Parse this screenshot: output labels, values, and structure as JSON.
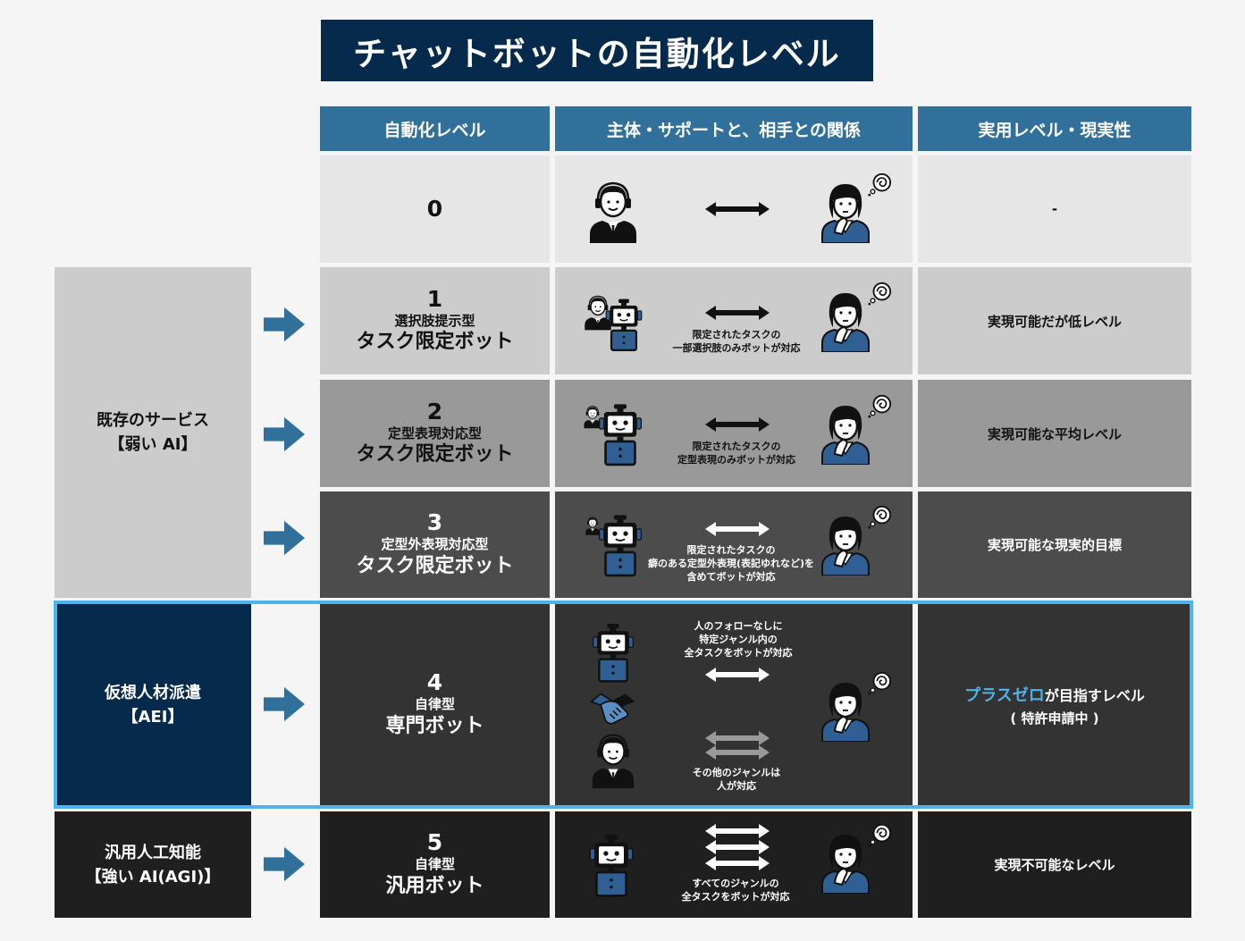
{
  "title": "チャットボットの自動化レベル",
  "headers": {
    "level": "自動化レベル",
    "relation": "主体・サポートと、相手との関係",
    "practical": "実用レベル・現実性"
  },
  "categories": {
    "weak_ai": {
      "line1": "既存のサービス",
      "line2": "【弱い AI】"
    },
    "aei": {
      "line1": "仮想人材派遣",
      "line2": "【AEI】"
    },
    "agi": {
      "line1": "汎用人工知能",
      "line2": "【強い AI(AGI)】"
    }
  },
  "levels": [
    {
      "num": "0",
      "sub": "",
      "name": "",
      "practical": "-",
      "notes": []
    },
    {
      "num": "1",
      "sub": "選択肢提示型",
      "name": "タスク限定ボット",
      "practical": "実現可能だが低レベル",
      "notes": [
        "限定されたタスクの",
        "一部選択肢のみボットが対応"
      ]
    },
    {
      "num": "2",
      "sub": "定型表現対応型",
      "name": "タスク限定ボット",
      "practical": "実現可能な平均レベル",
      "notes": [
        "限定されたタスクの",
        "定型表現のみボットが対応"
      ]
    },
    {
      "num": "3",
      "sub": "定型外表現対応型",
      "name": "タスク限定ボット",
      "practical": "実現可能な現実的目標",
      "notes": [
        "限定されたタスクの",
        "癖のある定型外表現(表記ゆれなど)を",
        "含めてボットが対応"
      ]
    },
    {
      "num": "4",
      "sub": "自律型",
      "name": "専門ボット",
      "practical_accent": "プラスゼロ",
      "practical_rest": "が目指すレベル",
      "practical_2": "( 特許申請中 )",
      "notes_top": [
        "人のフォローなしに",
        "特定ジャンル内の",
        "全タスクをボットが対応"
      ],
      "notes_bottom": [
        "その他のジャンルは",
        "人が対応"
      ]
    },
    {
      "num": "5",
      "sub": "自律型",
      "name": "汎用ボット",
      "practical": "実現不可能なレベル",
      "notes": [
        "すべてのジャンルの",
        "全タスクをボットが対応"
      ]
    }
  ],
  "colors": {
    "title_bg": "#062a4b",
    "header_bg": "#31709b",
    "highlight_border": "#4cb3ec",
    "row0": "#e6e6e6",
    "row1": "#cccccc",
    "row2": "#999999",
    "row3": "#4c4c4c",
    "row4": "#333333",
    "row5": "#1f1f1f",
    "aei_bg": "#062a4b",
    "arrow": "#31709b"
  },
  "icons": [
    "operator-person-icon",
    "customer-person-icon",
    "robot-icon",
    "handshake-icon",
    "double-arrow-icon",
    "thought-bubble-icon"
  ]
}
